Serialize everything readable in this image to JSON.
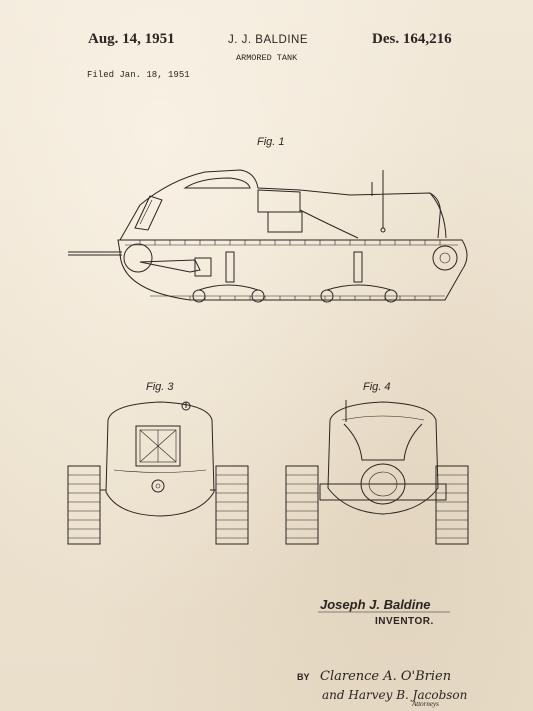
{
  "header": {
    "date": "Aug. 14, 1951",
    "patentee": "J. J. BALDINE",
    "title": "ARMORED TANK",
    "number": "Des. 164,216",
    "filed": "Filed Jan. 18, 1951"
  },
  "figures": {
    "fig1_label": "Fig. 1",
    "fig3_label": "Fig. 3",
    "fig4_label": "Fig. 4"
  },
  "footer": {
    "inventor_name": "Joseph J. Baldine",
    "inventor_role": "INVENTOR.",
    "by": "BY",
    "attorney_sig1": "Clarence A. O'Brien",
    "attorney_sig2": "and Harvey B. Jacobson",
    "attorneys": "Attorneys"
  },
  "colors": {
    "paper": "#efe6d6",
    "ink": "#2a2520"
  }
}
